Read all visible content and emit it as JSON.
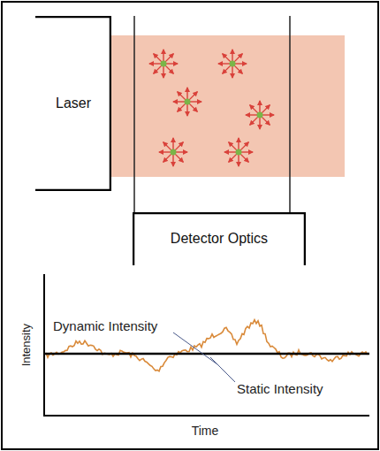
{
  "diagram": {
    "nodes": [
      {
        "text": [
          "Laser"
        ]
      },
      {
        "text": [
          "Detector Optics"
        ]
      }
    ],
    "labels": [
      "Dynamic Intensity",
      "Static Intensity",
      "Intensity",
      "Time"
    ]
  }
}
